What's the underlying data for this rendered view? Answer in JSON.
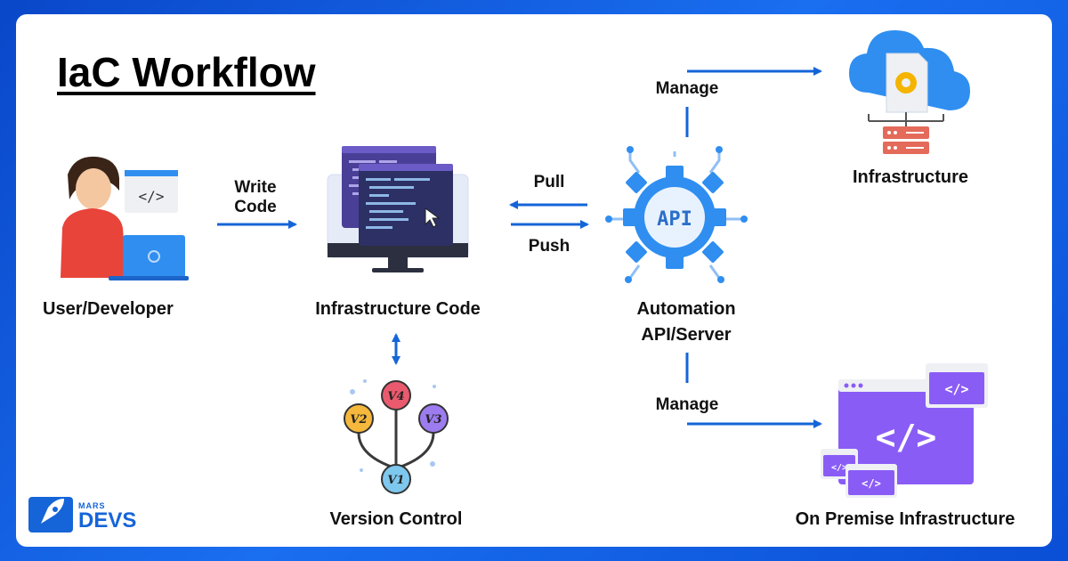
{
  "title": "IaC Workflow",
  "nodes": {
    "developer": "User/Developer",
    "code": "Infrastructure Code",
    "api_line1": "Automation",
    "api_line2": "API/Server",
    "infrastructure": "Infrastructure",
    "on_premise": "On Premise Infrastructure",
    "version_control": "Version Control"
  },
  "edges": {
    "write_line1": "Write",
    "write_line2": "Code",
    "pull": "Pull",
    "push": "Push",
    "manage_top": "Manage",
    "manage_bottom": "Manage"
  },
  "icons": {
    "code_tag": "</>",
    "api": "API",
    "versions": [
      "V4",
      "V2",
      "V3",
      "V1"
    ]
  },
  "logo": {
    "top": "MARS",
    "bottom": "DEVS"
  },
  "colors": {
    "arrow": "#1565d8",
    "accent_blue": "#2f8ef0",
    "purple": "#8a5cf6",
    "developer_shirt": "#e8443a"
  }
}
